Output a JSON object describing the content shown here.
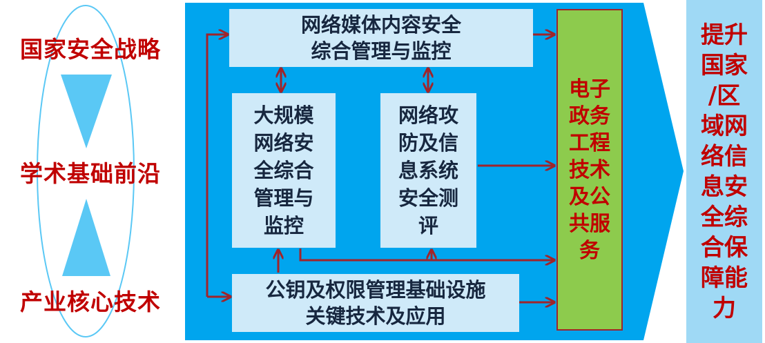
{
  "left_labels": {
    "top": "国家安全战略",
    "middle": "学术基础前沿",
    "bottom": "产业核心技术"
  },
  "boxes": {
    "top": [
      "网络媒体内容安全",
      "综合管理与监控"
    ],
    "middle_left": [
      "大规模",
      "网络安",
      "全综合",
      "管理与",
      "监控"
    ],
    "middle_right": [
      "网络攻",
      "防及信",
      "息系统",
      "安全测",
      "评"
    ],
    "bottom": [
      "公钥及权限管理基础设施",
      "关键技术及应用"
    ],
    "right": [
      "电子",
      "政务",
      "工程",
      "技术",
      "及公",
      "共服",
      "务"
    ]
  },
  "result": [
    "提升",
    "国家",
    "/区",
    "域网",
    "络信",
    "息安",
    "全综",
    "合保",
    "障能",
    "力"
  ],
  "colors": {
    "red": "#c00000",
    "main_blue": "#00a5ee",
    "box_blue": "#cfeaf9",
    "green": "#8dcb4d",
    "result_blue": "#9fd9f5",
    "arrow_red": "#a0242a",
    "hourglass": "#5ac8f5"
  }
}
